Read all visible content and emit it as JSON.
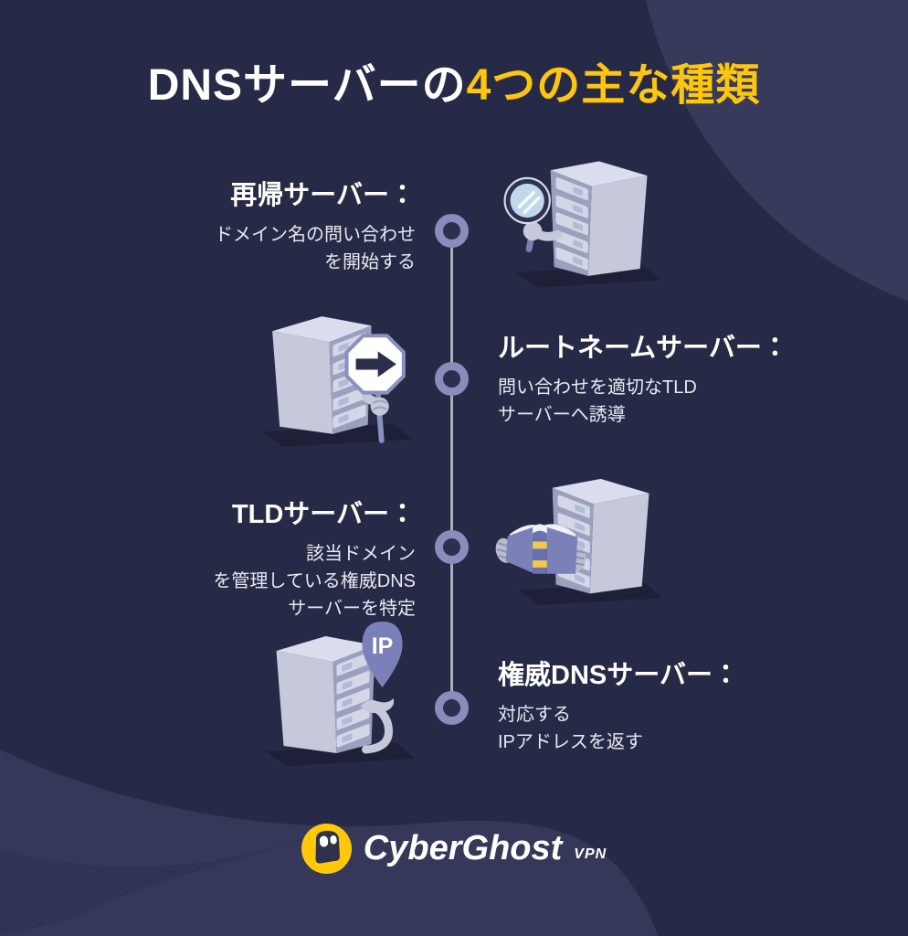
{
  "title": {
    "part1": "DNSサーバーの",
    "part2": "4つの主な種類"
  },
  "sections": [
    {
      "heading": "再帰サーバー：",
      "body": "ドメイン名の問い合わせ\nを開始する",
      "illustration": "server-with-magnifier",
      "text_side": "left",
      "badge": ""
    },
    {
      "heading": "ルートネームサーバー：",
      "body": "問い合わせを適切なTLD\nサーバーへ誘導",
      "illustration": "server-with-direction-sign",
      "text_side": "right",
      "badge": ""
    },
    {
      "heading": "TLDサーバー：",
      "body": "該当ドメイン\nを管理している権威DNS\nサーバーを特定",
      "illustration": "server-with-book",
      "text_side": "left",
      "badge": ""
    },
    {
      "heading": "権威DNSサーバー：",
      "body": "対応する\nIPアドレスを返す",
      "illustration": "server-with-ip-pin",
      "text_side": "right",
      "badge": "IP"
    }
  ],
  "logo": {
    "brand": "CyberGhost",
    "suffix": "VPN"
  },
  "colors": {
    "background": "#272a46",
    "background_blob": "#373a5a",
    "background_wave": "#353858",
    "accent_yellow": "#ffc60a",
    "purple": "#7b81b8",
    "server_body": "#c6c9db",
    "node_ring": "#888dbb",
    "timeline_line": "#aaadbd"
  }
}
